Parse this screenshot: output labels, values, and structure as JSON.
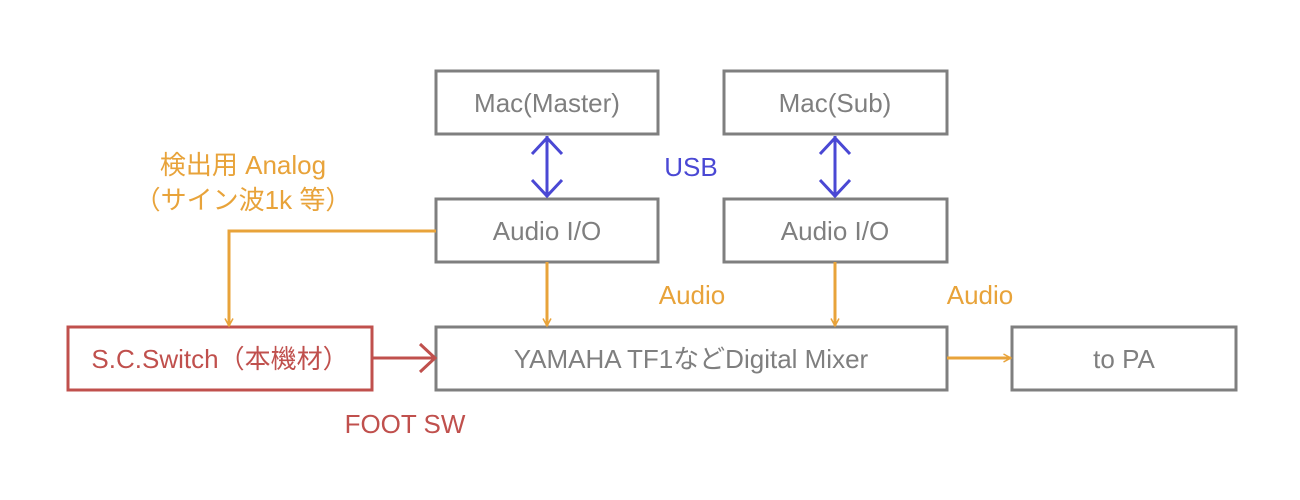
{
  "nodes": {
    "mac_master": "Mac(Master)",
    "mac_sub": "Mac(Sub)",
    "audio_io_master": "Audio I/O",
    "audio_io_sub": "Audio I/O",
    "sc_switch": "S.C.Switch（本機材）",
    "digital_mixer": "YAMAHA TF1などDigital Mixer",
    "to_pa": "to PA"
  },
  "edge_labels": {
    "usb": "USB",
    "analog_line1": "検出用 Analog",
    "analog_line2": "（サイン波1k 等）",
    "audio_master": "Audio",
    "audio_sub": "Audio",
    "foot_sw": "FOOT SW"
  },
  "colors": {
    "box_border": "#7f7f7f",
    "text_gray": "#7f7f7f",
    "orange": "#e8a33a",
    "blue": "#4a48d4",
    "red": "#c0504d"
  }
}
